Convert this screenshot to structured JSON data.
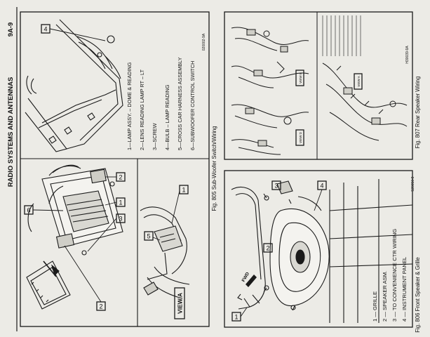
{
  "header": {
    "section_title": "RADIO SYSTEMS AND ANTENNAS",
    "page_number": "9A-9"
  },
  "fig805": {
    "caption": "Fig. 805 Sub-Woofer Switch/Wiring",
    "code": "020002-9A",
    "view_label": "VIEW A",
    "legend": [
      "1—LAMP ASSY. – DOME & READING",
      "2—LENS READING LAMP RT – LT",
      "3—SCREW",
      "4—BULB – LAMP READING",
      "5—CROSS CAR HARNESS ASSEMBLY",
      "6—SUBWOOFER CONTROL SWITCH"
    ],
    "callouts": [
      "1",
      "2",
      "2",
      "3",
      "4",
      "5",
      "6"
    ]
  },
  "fig806": {
    "caption": "Fig. 806 Front Speaker & Grille",
    "code": "520050-9",
    "fwd_label": "FWD",
    "legend": [
      "1 — GRILLE",
      "2 — SPEAKER ASM.",
      "3 — TO CONVENIENCE CTR WIRING",
      "4 — INSTRUMENT PANEL"
    ],
    "callouts": [
      "1",
      "2",
      "3",
      "4"
    ]
  },
  "fig807": {
    "caption": "Fig. 807 Rear Speaker Wiring",
    "code": "H30039-9A",
    "view_labels": [
      "VIEW A",
      "VIEW B",
      "VIEW D"
    ]
  }
}
